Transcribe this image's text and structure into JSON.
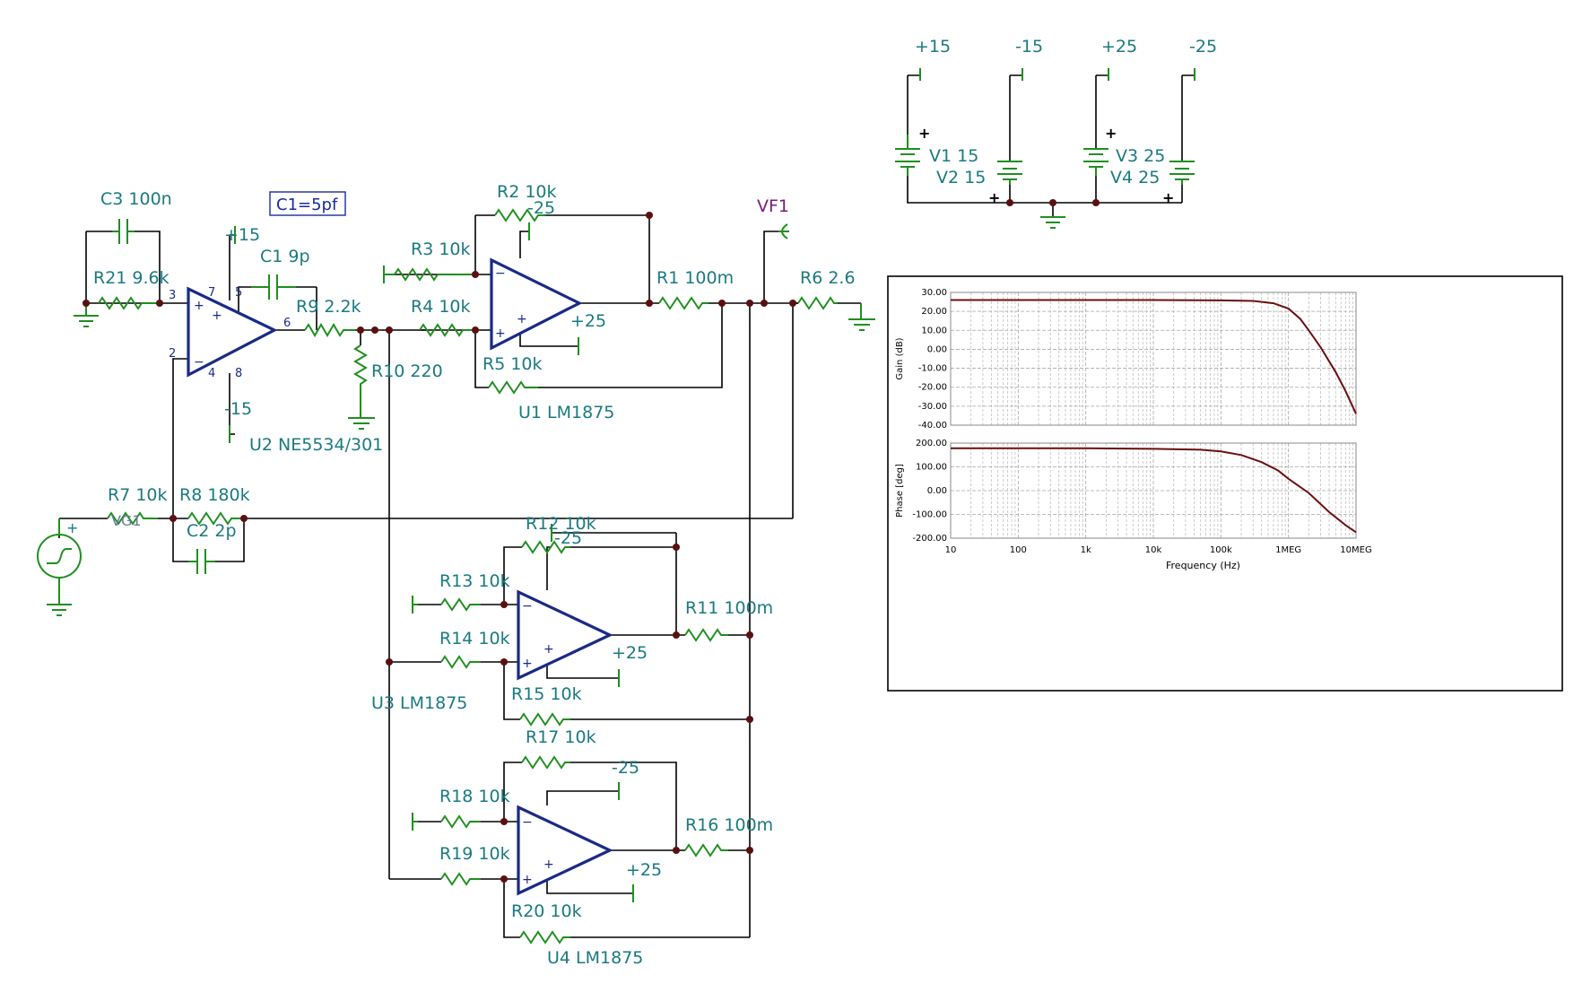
{
  "components": {
    "c3": "C3 100n",
    "r21": "R21 9.6k",
    "note": "C1=5pf",
    "p15": "+15",
    "m15": "-15",
    "c1": "C1 9p",
    "r9": "R9 2.2k",
    "r10": "R10 220",
    "u2": "U2 NE5534/301",
    "r2": "R2 10k",
    "r2_rail": "-25",
    "r3": "R3 10k",
    "r4": "R4 10k",
    "u1_rail": "+25",
    "r5": "R5 10k",
    "u1": "U1 LM1875",
    "r1": "R1 100m",
    "vf1": "VF1",
    "r6": "R6 2.6",
    "r7": "R7 10k",
    "vg1": "VG1",
    "r8": "R8 180k",
    "c2": "C2 2p",
    "r12": "R12 10k",
    "r12_rail": "-25",
    "r13": "R13 10k",
    "r14": "R14 10k",
    "u3_rail": "+25",
    "r11": "R11 100m",
    "u3": "U3 LM1875",
    "r15": "R15 10k",
    "r17": "R17 10k",
    "r18": "R18 10k",
    "u4_neg": "-25",
    "r19": "R19 10k",
    "u4_rail": "+25",
    "r16": "R16 100m",
    "r20": "R20 10k",
    "u4": "U4 LM1875"
  },
  "opamp_pins": {
    "p3": "3",
    "p2": "2",
    "p7": "7",
    "p5": "5",
    "p6": "6",
    "p4": "4",
    "p8": "8"
  },
  "supplies": {
    "rails": [
      "+15",
      "-15",
      "+25",
      "-25"
    ],
    "v1": "V1 15",
    "v2": "V2 15",
    "v3": "V3 25",
    "v4": "V4 25"
  },
  "chart_data": [
    {
      "type": "line",
      "ylabel": "Gain (dB)",
      "xscale": "log",
      "xlim": [
        10,
        10000000
      ],
      "ylim": [
        -40,
        30
      ],
      "yticks": [
        "30.00",
        "20.00",
        "10.00",
        "0.00",
        "-10.00",
        "-20.00",
        "-30.00",
        "-40.00"
      ],
      "grid": true,
      "series": [
        {
          "x": [
            10,
            100,
            1000,
            10000,
            100000,
            300000,
            600000,
            1000000,
            1500000,
            2000000,
            3000000,
            5000000,
            7000000,
            10000000
          ],
          "y": [
            26,
            26,
            26,
            26,
            25.8,
            25.5,
            24.3,
            21.5,
            16,
            10,
            1,
            -12,
            -22,
            -34
          ]
        }
      ]
    },
    {
      "type": "line",
      "ylabel": "Phase [deg]",
      "xlabel": "Frequency (Hz)",
      "xscale": "log",
      "xlim": [
        10,
        10000000
      ],
      "ylim": [
        -200,
        200
      ],
      "yticks": [
        "200.00",
        "100.00",
        "0.00",
        "-100.00",
        "-200.00"
      ],
      "xticks": [
        "10",
        "100",
        "1k",
        "10k",
        "100k",
        "1MEG",
        "10MEG"
      ],
      "grid": true,
      "series": [
        {
          "x": [
            10,
            1000,
            10000,
            50000,
            100000,
            200000,
            400000,
            700000,
            1000000,
            2000000,
            4000000,
            7000000,
            10000000
          ],
          "y": [
            178,
            178,
            176,
            172,
            165,
            150,
            120,
            85,
            50,
            -10,
            -90,
            -145,
            -175
          ]
        }
      ]
    }
  ]
}
